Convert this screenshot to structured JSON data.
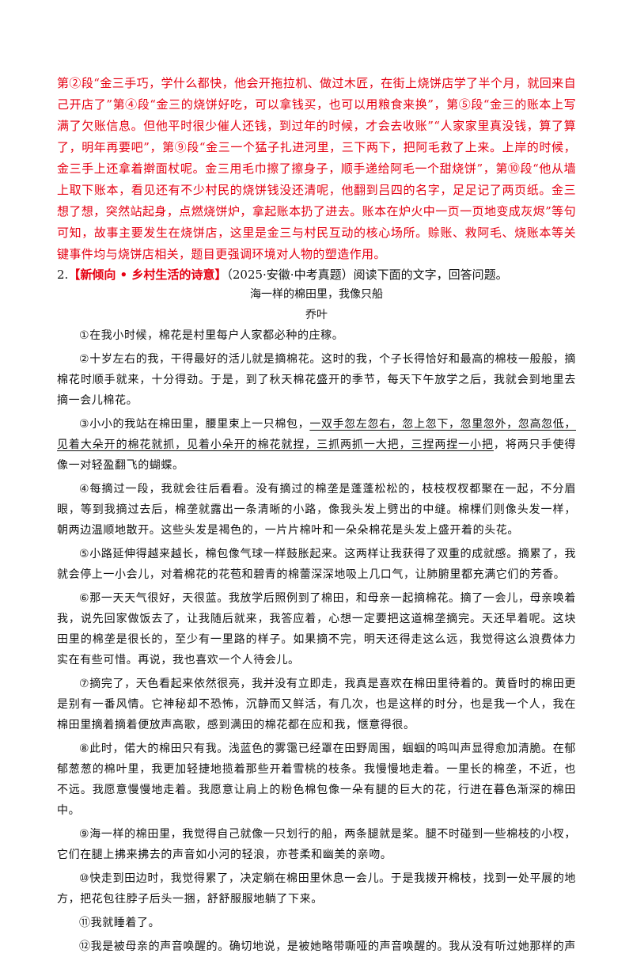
{
  "answer": {
    "text": "第②段“金三手巧，学什么都快，他会开拖拉机、做过木匠，在街上烧饼店学了半个月，就回来自己开店了”第④段“金三的烧饼好吃，可以拿钱买，也可以用粮食来换”，第⑤段“金三的账本上写满了欠账信息。但他平时很少催人还钱，到过年的时候，才会去收账”“人家家里真没钱，算了算了，明年再要吧”，第⑨段“金三一个猛子扎进河里，三下两下，把阿毛救了上来。上岸的时候，金三手上还拿着擀面杖呢。金三用毛巾擦了擦身子，顺手递给阿毛一个甜烧饼”，第⑩段“他从墙上取下账本，看见还有不少村民的烧饼钱没还清呢，他翻到吕四的名字，足足记了两页纸。金三想了想，突然站起身，点燃烧饼炉，拿起账本扔了进去。账本在炉火中一页一页地变成灰烬”等句可知，故事主要发生在烧饼店，这里是金三与村民互动的核心场所。赊账、救阿毛、烧账本等关键事件均与烧饼店相关，题目更强调环境对人物的塑造作用。"
  },
  "question": {
    "number": "2.",
    "tag": "【新倾向 • 乡村生活的诗意】",
    "source": "（2025·安徽·中考真题）阅读下面的文字，回答问题。"
  },
  "article": {
    "title": "海一样的棉田里，我像只船",
    "author": "乔叶",
    "paragraphs": [
      {
        "pre": "①在我小时候，棉花是村里每户人家都必种的庄稼。"
      },
      {
        "pre": "②十岁左右的我，干得最好的活儿就是摘棉花。这时的我，个子长得恰好和最高的棉枝一般般，摘棉花时顺手就来，十分得劲。于是，到了秋天棉花盛开的季节，每天下午放学之后，我就会到地里去摘一会儿棉花。"
      },
      {
        "pre": "③小小的我站在棉田里，腰里束上一只棉包，",
        "underline": "一双手忽左忽右，忽上忽下，忽里忽外，忽高忽低，见着大朵开的棉花就抓，见着小朵开的棉花就捏，三抓两抓一大把，三捏两捏一小把",
        "post": "，将两只手使得像一对轻盈翻飞的蝴蝶。"
      },
      {
        "pre": "④每摘过一段，我就会往后看看。没有摘过的棉垄是蓬蓬松松的，枝枝杈杈都聚在一起，不分眉眼，等到我摘过去后，棉垄就露出一条清晰的小路，像我头发上劈出的中缝。棉棵们则像头发一样，朝两边温顺地散开。这些头发是褐色的，一片片棉叶和一朵朵棉花是头发上盛开着的头花。"
      },
      {
        "pre": "⑤小路延伸得越来越长，棉包像气球一样鼓胀起来。这两样让我获得了双重的成就感。摘累了，我就会停上一小会儿，对着棉花的花苞和碧青的棉蕾深深地吸上几口气，让肺腑里都充满它们的芳香。"
      },
      {
        "pre": "⑥那一天天气很好，天很蓝。我放学后照例到了棉田，和母亲一起摘棉花。摘了一会儿，母亲唤着我，说先回家做饭去了，让我随后就来，我答应着，心想一定要把这道棉垄摘完。天还早着呢。这块田里的棉垄是很长的，至少有一里路的样子。如果摘不完，明天还得走这么远，我觉得这么浪费体力实在有些可惜。再说，我也喜欢一个人待会儿。"
      },
      {
        "pre": "⑦摘完了，天色看起来依然很亮，我并没有立即走，我真是喜欢在棉田里待着的。黄昏时的棉田更是别有一番风情。它神秘却不恐怖，沉静而又鲜活，有几次，也是这样的时分，也是我一个人，我在棉田里摘着摘着便放声高歌，感到满田的棉花都在应和我，惬意得很。"
      },
      {
        "pre": "⑧此时，偌大的棉田只有我。浅蓝色的雾霭已经罩在田野周围，蝈蝈的鸣叫声显得愈加清脆。在郁郁葱葱的棉叶里，我更加轻捷地揽着那些开着雪桃的枝条。我慢慢地走着。一里长的棉垄，不近，也不远。我愿意慢慢地走着。我愿意让肩上的粉色棉包像一朵有腿的巨大的花，行进在暮色渐深的棉田中。"
      },
      {
        "pre": "⑨海一样的棉田里，我觉得自己就像一只划行的船，两条腿就是桨。腿不时碰到一些棉枝的小杈，它们在腿上拂来拂去的声音如小河的轻浪，亦苍柔和幽美的亲吻。"
      },
      {
        "pre": "⑩快走到田边时，我觉得累了，决定躺在棉田里休息一会儿。于是我拨开棉枝，找到一处平展的地方，把花包往脖子后头一捆，舒舒服服地躺了下来。"
      },
      {
        "pre": "⑪我就睡着了。"
      },
      {
        "pre": "⑫我是被母亲的声音唤醒的。确切地说，是被她略带嘶哑的声音唤醒的。我从没有听过她那样的声"
      }
    ]
  }
}
